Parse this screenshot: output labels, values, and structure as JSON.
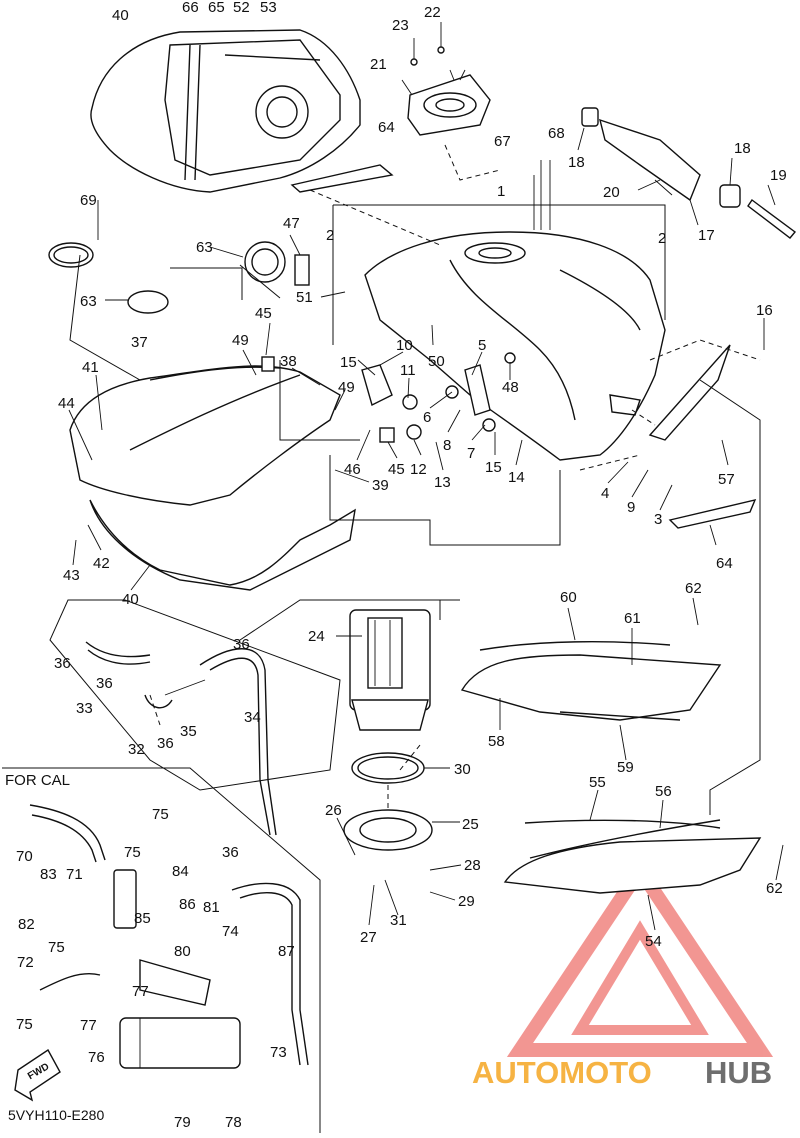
{
  "labels": {
    "n40a": "40",
    "n66": "66",
    "n65": "65",
    "n52": "52",
    "n53": "53",
    "n23": "23",
    "n22": "22",
    "n21": "21",
    "n64a": "64",
    "n67": "67",
    "n68": "68",
    "n18a": "18",
    "n18b": "18",
    "n19": "19",
    "n20": "20",
    "n17": "17",
    "n1": "1",
    "n69": "69",
    "n47": "47",
    "n63a": "63",
    "n63b": "63",
    "n2a": "2",
    "n2b": "2",
    "n51": "51",
    "n16": "16",
    "n37": "37",
    "n45a": "45",
    "n49a": "49",
    "n38": "38",
    "n10": "10",
    "n50": "50",
    "n5": "5",
    "n15a": "15",
    "n11": "11",
    "n48": "48",
    "n41": "41",
    "n44": "44",
    "n49b": "49",
    "n6": "6",
    "n8": "8",
    "n7": "7",
    "n15b": "15",
    "n14": "14",
    "n46": "46",
    "n45b": "45",
    "n12": "12",
    "n13": "13",
    "n39": "39",
    "n57": "57",
    "n4": "4",
    "n9": "9",
    "n3": "3",
    "n64b": "64",
    "n42": "42",
    "n43": "43",
    "n40b": "40",
    "n24": "24",
    "n60": "60",
    "n62a": "62",
    "n61": "61",
    "n36a": "36",
    "n36b": "36",
    "n36c": "36",
    "n36d": "36",
    "n33": "33",
    "n32": "32",
    "n35": "35",
    "n34": "34",
    "n58": "58",
    "n59": "59",
    "n30": "30",
    "n55": "55",
    "n56": "56",
    "n26": "26",
    "n25": "25",
    "n28": "28",
    "n29": "29",
    "n27": "27",
    "n31": "31",
    "n62b": "62",
    "n54": "54",
    "n75a": "75",
    "n75b": "75",
    "n75c": "75",
    "n75d": "75",
    "n70": "70",
    "n71": "71",
    "n83": "83",
    "n84": "84",
    "n82": "82",
    "n85": "85",
    "n86": "86",
    "n81": "81",
    "n80": "80",
    "n74": "74",
    "n36e": "36",
    "n87": "87",
    "n72": "72",
    "n77a": "77",
    "n77b": "77",
    "n76": "76",
    "n73": "73",
    "n79": "79",
    "n78": "78"
  },
  "inset_title": "FOR CAL",
  "fwd_label": "FWD",
  "diagram_code": "5VYH110-E280",
  "watermark": {
    "part1": "AUTOMOTO",
    "part2": "HUB",
    "color1": "#f5a623",
    "color2": "#555555",
    "triangle_color": "#e8413a"
  }
}
